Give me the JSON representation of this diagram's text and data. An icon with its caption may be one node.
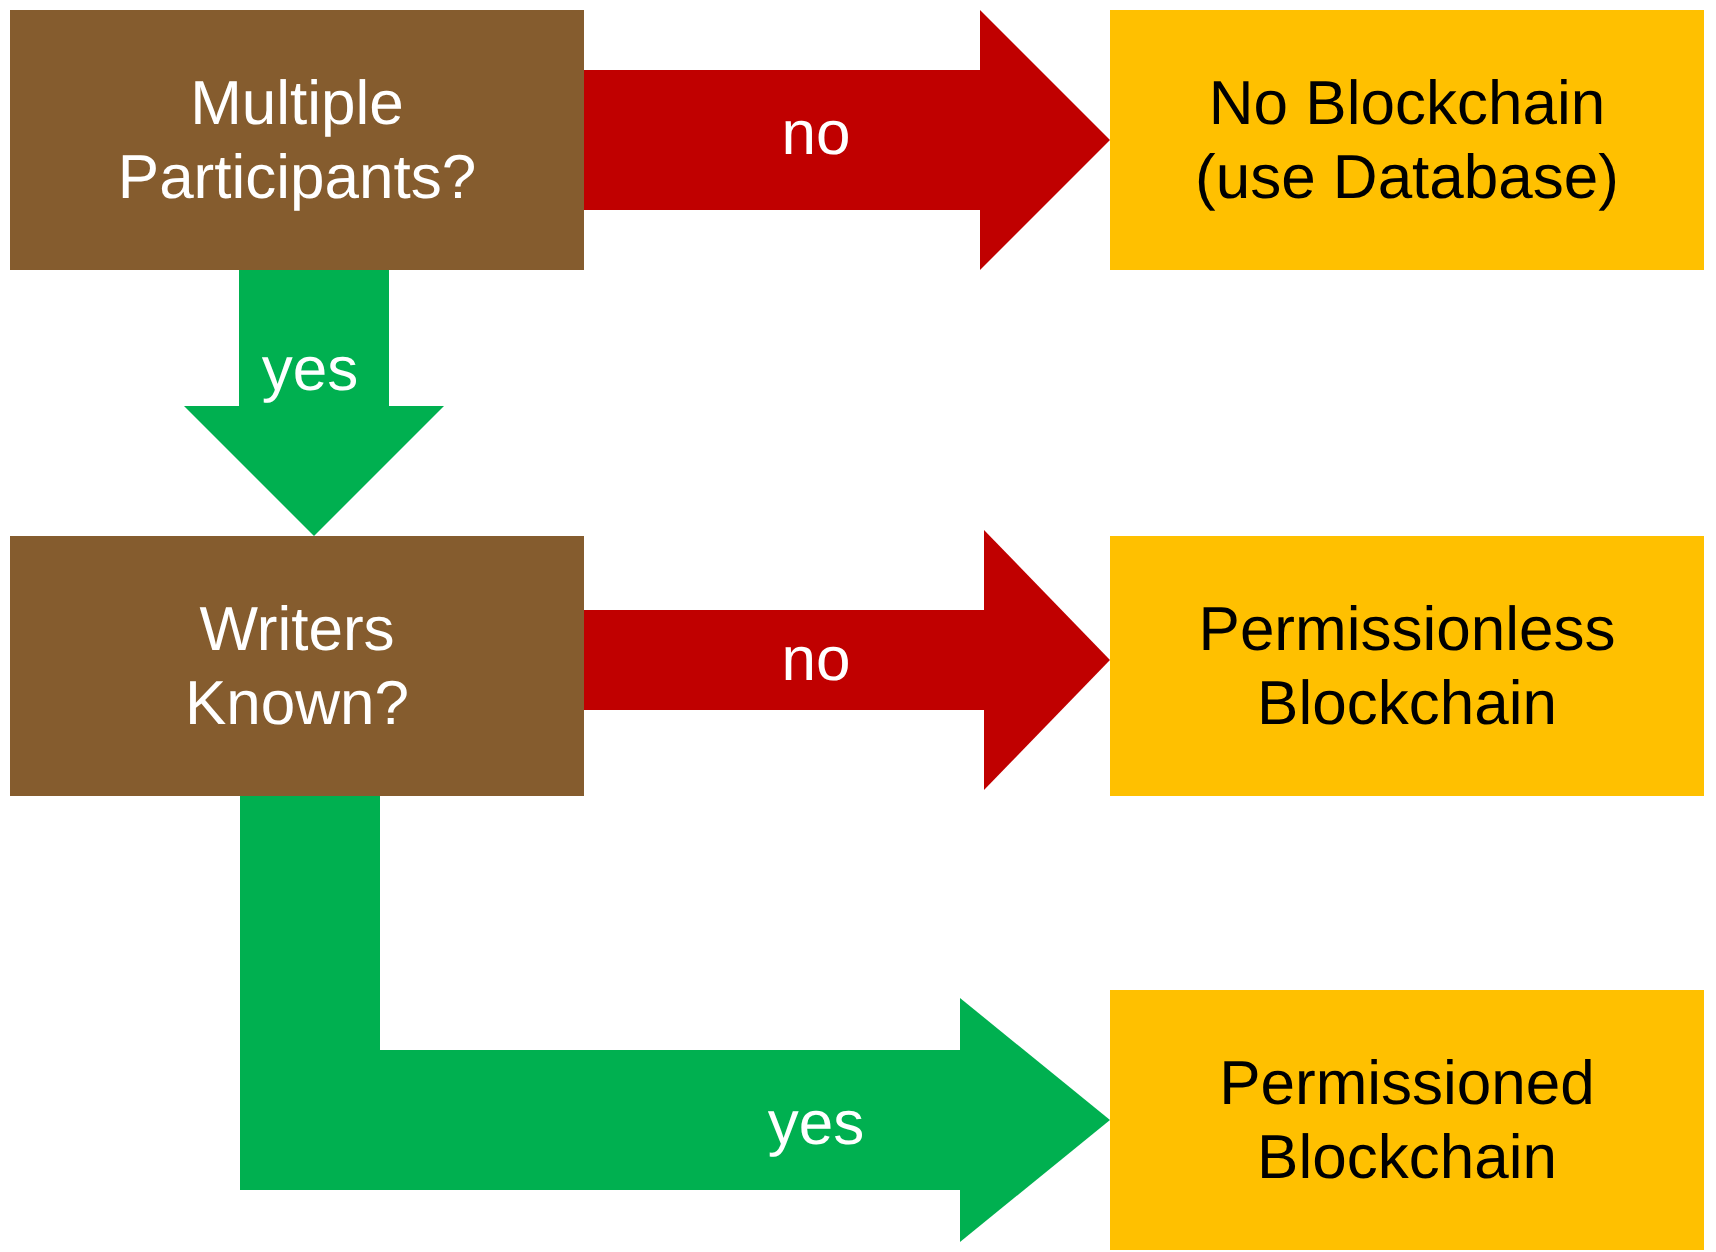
{
  "diagram": {
    "nodes": [
      {
        "text": [
          "Multiple Participants?"
        ]
      },
      {
        "text": [
          "No Blockchain (use Database)"
        ]
      },
      {
        "text": [
          "Writers Known?"
        ]
      },
      {
        "text": [
          "Permissionless Blockchain"
        ]
      },
      {
        "text": [
          "Permissioned Blockchain"
        ]
      }
    ],
    "edges": [
      {
        "from": 0,
        "to": 1,
        "arrow": "to",
        "label": "no",
        "color": "#c00000"
      },
      {
        "from": 0,
        "to": 2,
        "arrow": "to",
        "label": "yes",
        "color": "#00b050"
      },
      {
        "from": 2,
        "to": 3,
        "arrow": "to",
        "label": "no",
        "color": "#c00000"
      },
      {
        "from": 2,
        "to": 4,
        "arrow": "to",
        "label": "yes",
        "color": "#00b050"
      }
    ]
  }
}
